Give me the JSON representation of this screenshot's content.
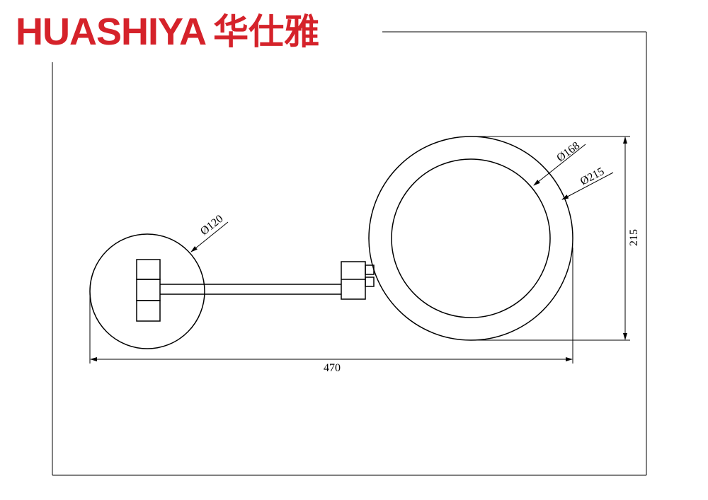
{
  "brand": {
    "name_latin": "HUASHIYA",
    "name_chinese": "华仕雅",
    "color": "#d5222a"
  },
  "dimensions": {
    "base_diameter": "Ø120",
    "mirror_inner_diameter": "Ø168",
    "mirror_outer_diameter": "Ø215",
    "overall_height": "215",
    "overall_length": "470"
  }
}
